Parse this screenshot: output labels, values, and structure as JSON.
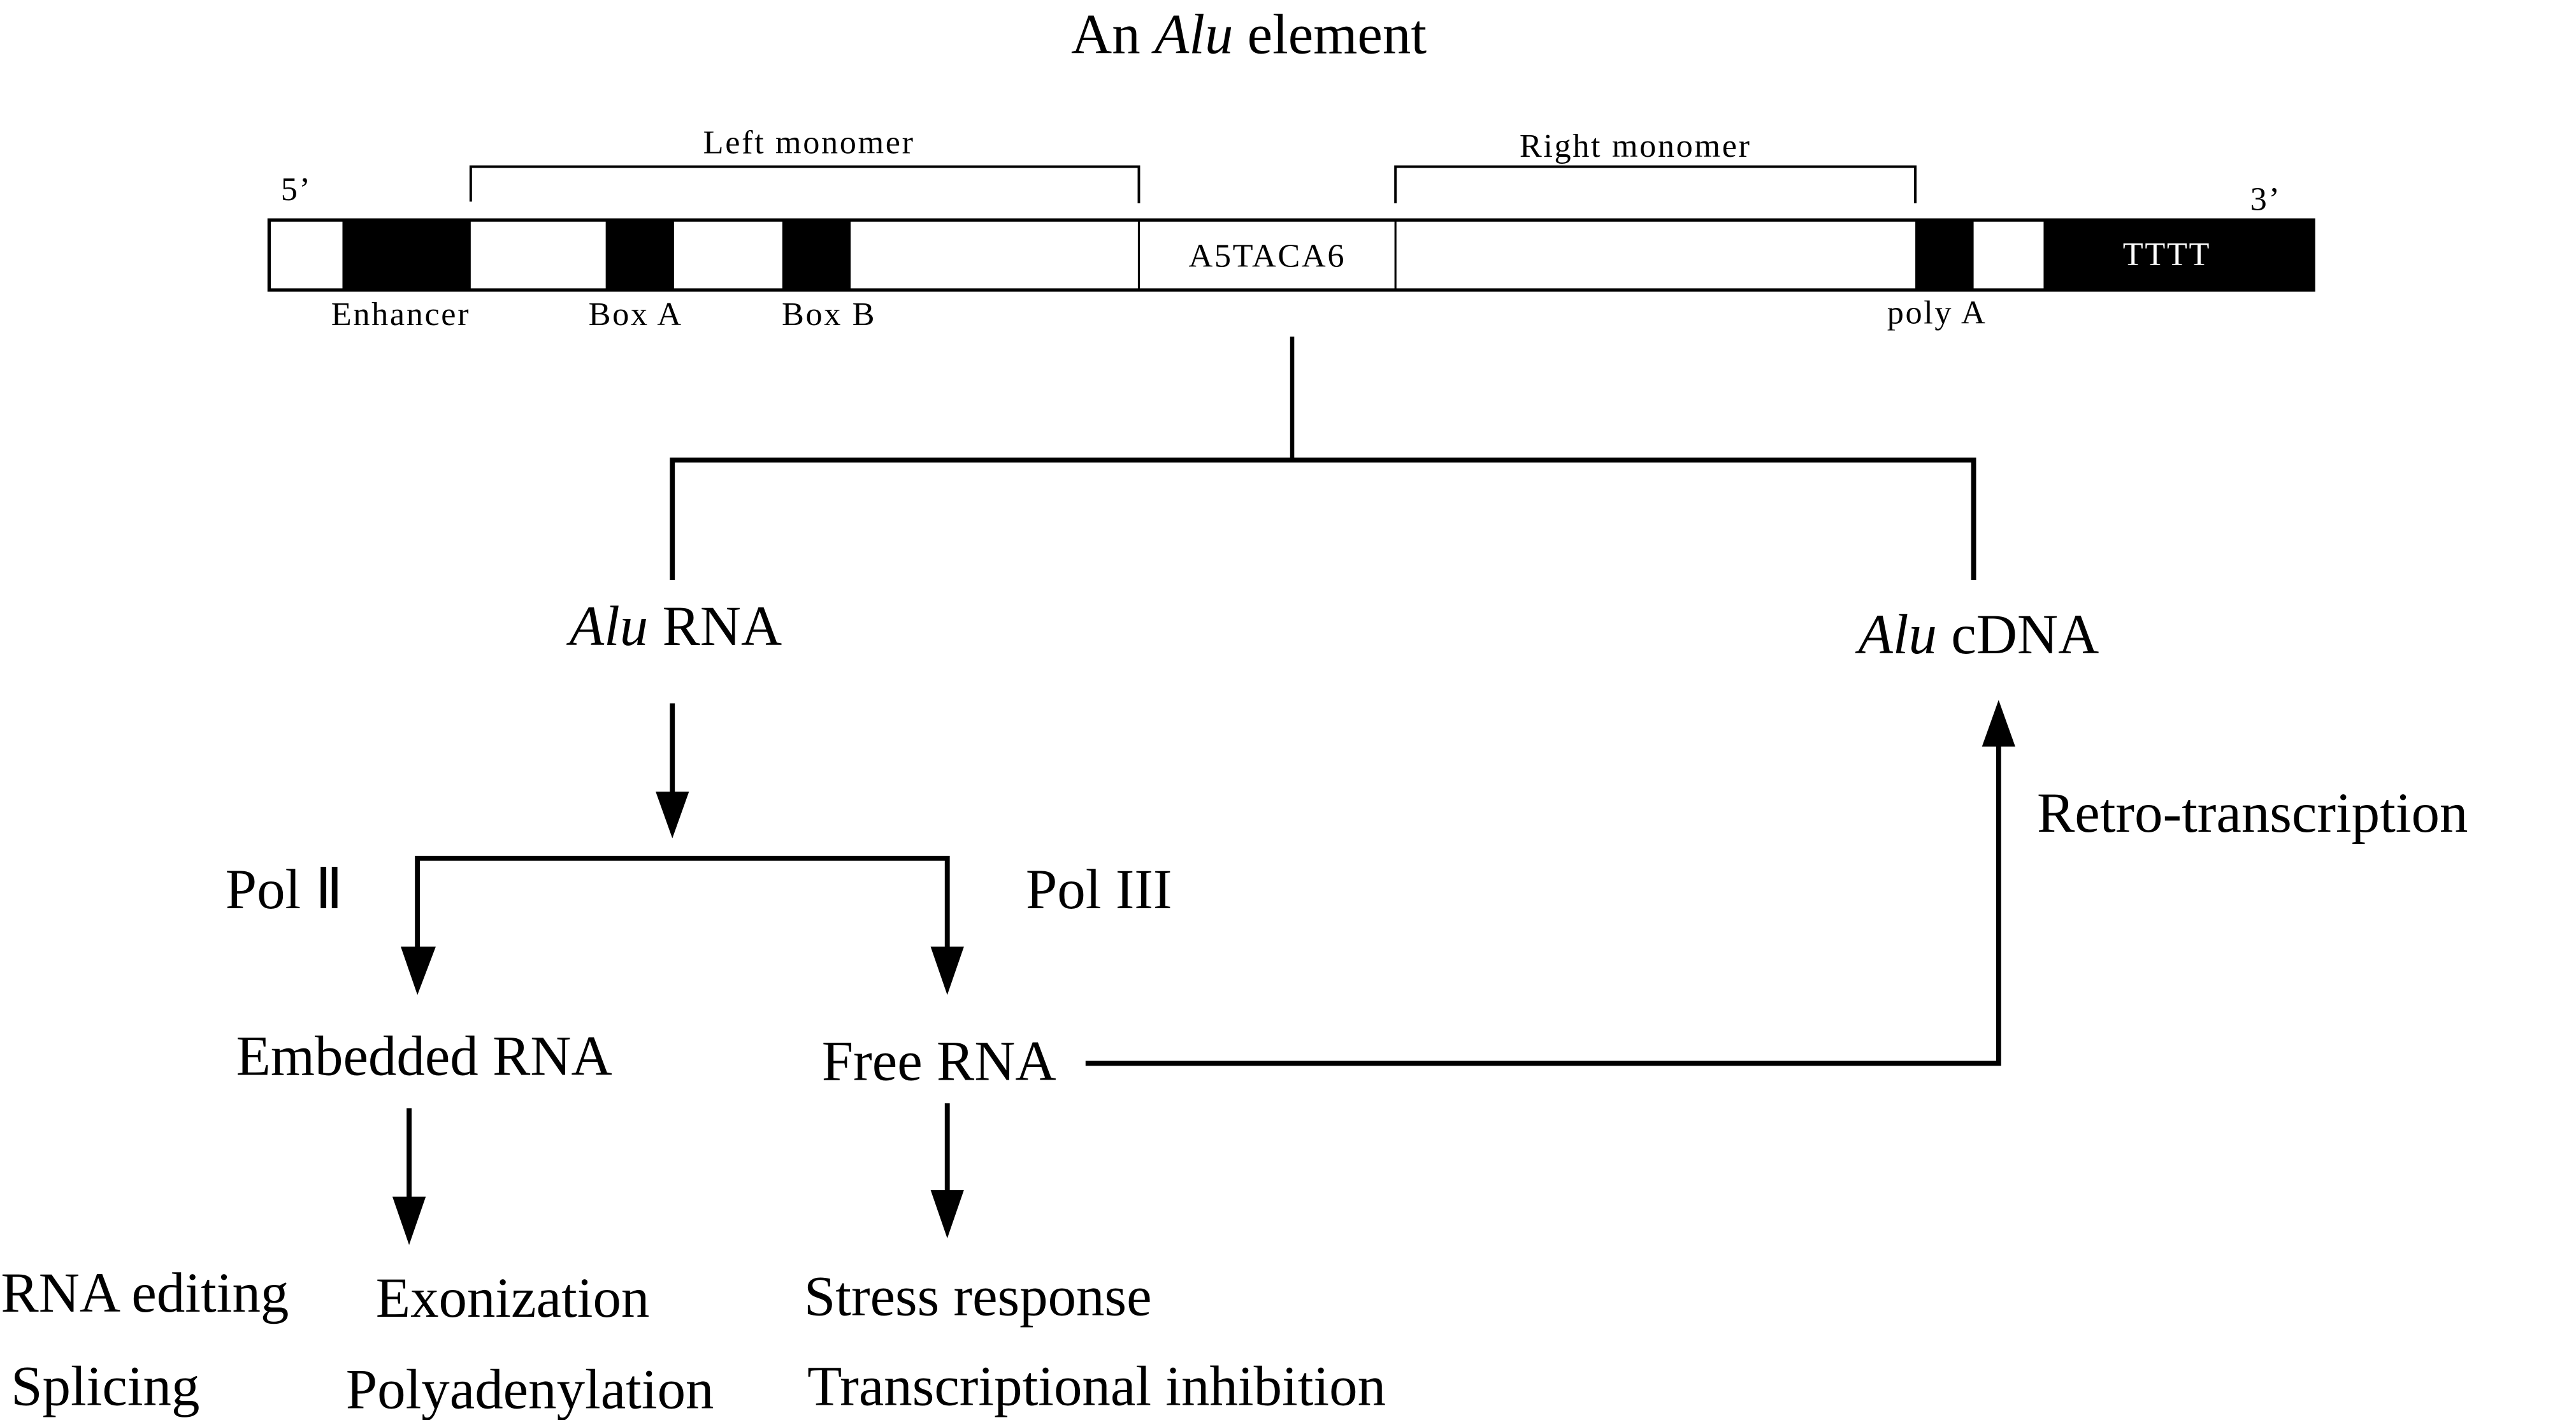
{
  "title": {
    "prefix": "An ",
    "italic": "Alu",
    "suffix": " element"
  },
  "element": {
    "five_prime": "5’",
    "three_prime": "3’",
    "left_monomer": "Left monomer",
    "right_monomer": "Right monomer",
    "linker": "A5TACA6",
    "tail": "TTTT",
    "enhancer": "Enhancer",
    "box_a": "Box A",
    "box_b": "Box B",
    "poly_a": "poly A"
  },
  "nodes": {
    "alu_rna": {
      "italic": "Alu",
      "rest": " RNA"
    },
    "alu_cdna": {
      "italic": "Alu",
      "rest": " cDNA"
    },
    "pol2": "Pol Ⅱ",
    "pol3": "Pol III",
    "embedded_rna": "Embedded RNA",
    "free_rna": "Free RNA",
    "retro": "Retro-transcription"
  },
  "outcomes": {
    "rna_editing": "RNA editing",
    "splicing": "Splicing",
    "exonization": "Exonization",
    "polyadenylation": "Polyadenylation",
    "stress_response": "Stress response",
    "transcriptional_inhibition": "Transcriptional inhibition"
  }
}
